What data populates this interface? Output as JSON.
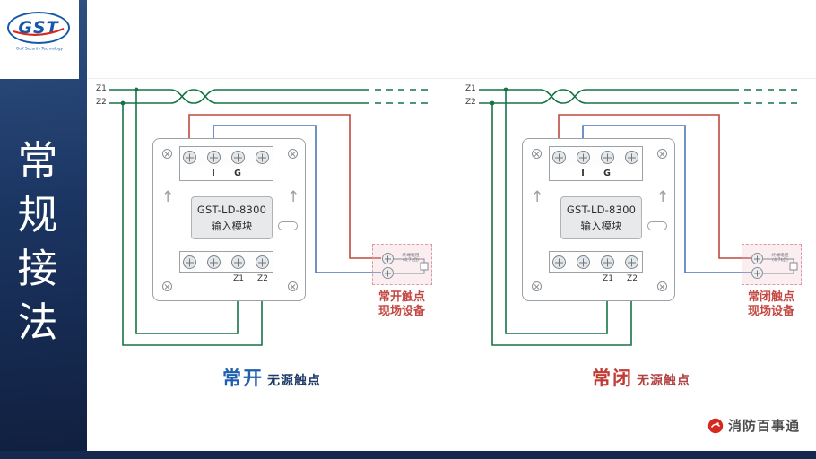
{
  "logo": {
    "text": "GST",
    "tagline": "Gulf Security Technology"
  },
  "sidebar": {
    "chars": [
      "常",
      "规",
      "接",
      "法"
    ]
  },
  "icons": {
    "arrow_up": "↑"
  },
  "diagrams": [
    {
      "type": "normally-open",
      "bus": {
        "z1": "Z1",
        "z2": "Z2"
      },
      "module": {
        "model": "GST-LD-8300",
        "name": "输入模块",
        "terminal_i": "I",
        "terminal_g": "G",
        "terminal_z1": "Z1",
        "terminal_z2": "Z2"
      },
      "device": {
        "resistor_name": "终端电阻",
        "resistor_value": "(4.7kΩ)",
        "label_line1": "常开触点",
        "label_line2": "现场设备"
      },
      "caption": {
        "highlight": "常开",
        "rest": "无源触点"
      }
    },
    {
      "type": "normally-closed",
      "bus": {
        "z1": "Z1",
        "z2": "Z2"
      },
      "module": {
        "model": "GST-LD-8300",
        "name": "输入模块",
        "terminal_i": "I",
        "terminal_g": "G",
        "terminal_z1": "Z1",
        "terminal_z2": "Z2"
      },
      "device": {
        "resistor_name": "终端电阻",
        "resistor_value": "(4.7kΩ)",
        "label_line1": "常闭触点",
        "label_line2": "现场设备"
      },
      "caption": {
        "highlight": "常闭",
        "rest": "无源触点"
      }
    }
  ],
  "footer": {
    "brand": "消防百事通"
  },
  "colors": {
    "sidebar_navy": "#1b3562",
    "wire_green": "#157347",
    "wire_red": "#bf4a3f",
    "wire_blue": "#4a77b4",
    "no_accent": "#1f5fae",
    "nc_accent": "#c23b35",
    "device_box_pink": "#f7e7ea"
  }
}
